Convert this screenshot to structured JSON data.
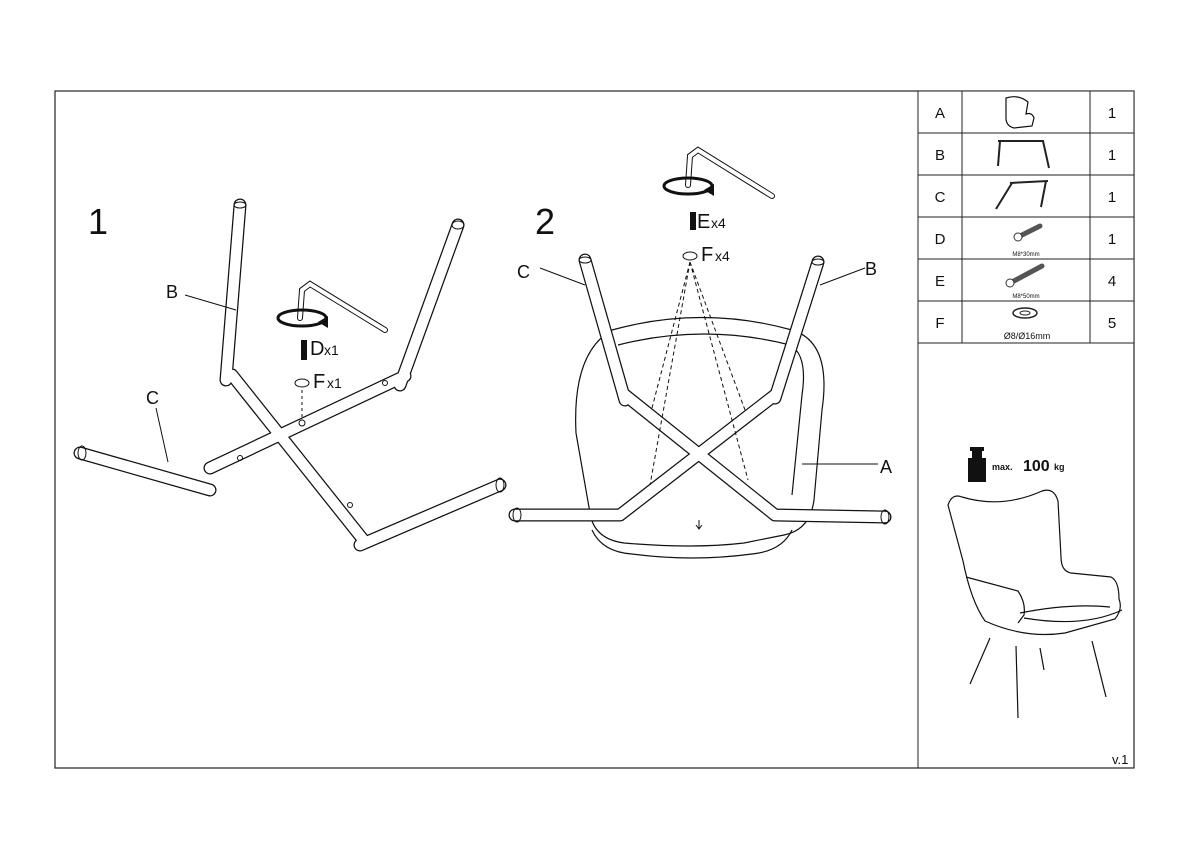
{
  "steps": [
    {
      "number": "1",
      "labels": {
        "B": "B",
        "C": "C"
      },
      "hardware": [
        {
          "letter": "D",
          "qty": "x1"
        },
        {
          "letter": "F",
          "qty": "x1"
        }
      ]
    },
    {
      "number": "2",
      "labels": {
        "C": "C",
        "B": "B",
        "A": "A"
      },
      "hardware": [
        {
          "letter": "E",
          "qty": "x4"
        },
        {
          "letter": "F",
          "qty": "x4"
        }
      ]
    }
  ],
  "parts": [
    {
      "id": "A",
      "icon": "armchair-seat",
      "spec": "",
      "qty": "1"
    },
    {
      "id": "B",
      "icon": "leg-frame",
      "spec": "",
      "qty": "1"
    },
    {
      "id": "C",
      "icon": "leg-frame",
      "spec": "",
      "qty": "1"
    },
    {
      "id": "D",
      "icon": "bolt",
      "spec": "M8*30mm",
      "qty": "1"
    },
    {
      "id": "E",
      "icon": "bolt",
      "spec": "M8*50mm",
      "qty": "4"
    },
    {
      "id": "F",
      "icon": "washer",
      "spec": "Ø8/Ø16mm",
      "qty": "5"
    }
  ],
  "load": {
    "prefix": "max.",
    "value": "100",
    "unit": "kg"
  },
  "version": "v.1"
}
